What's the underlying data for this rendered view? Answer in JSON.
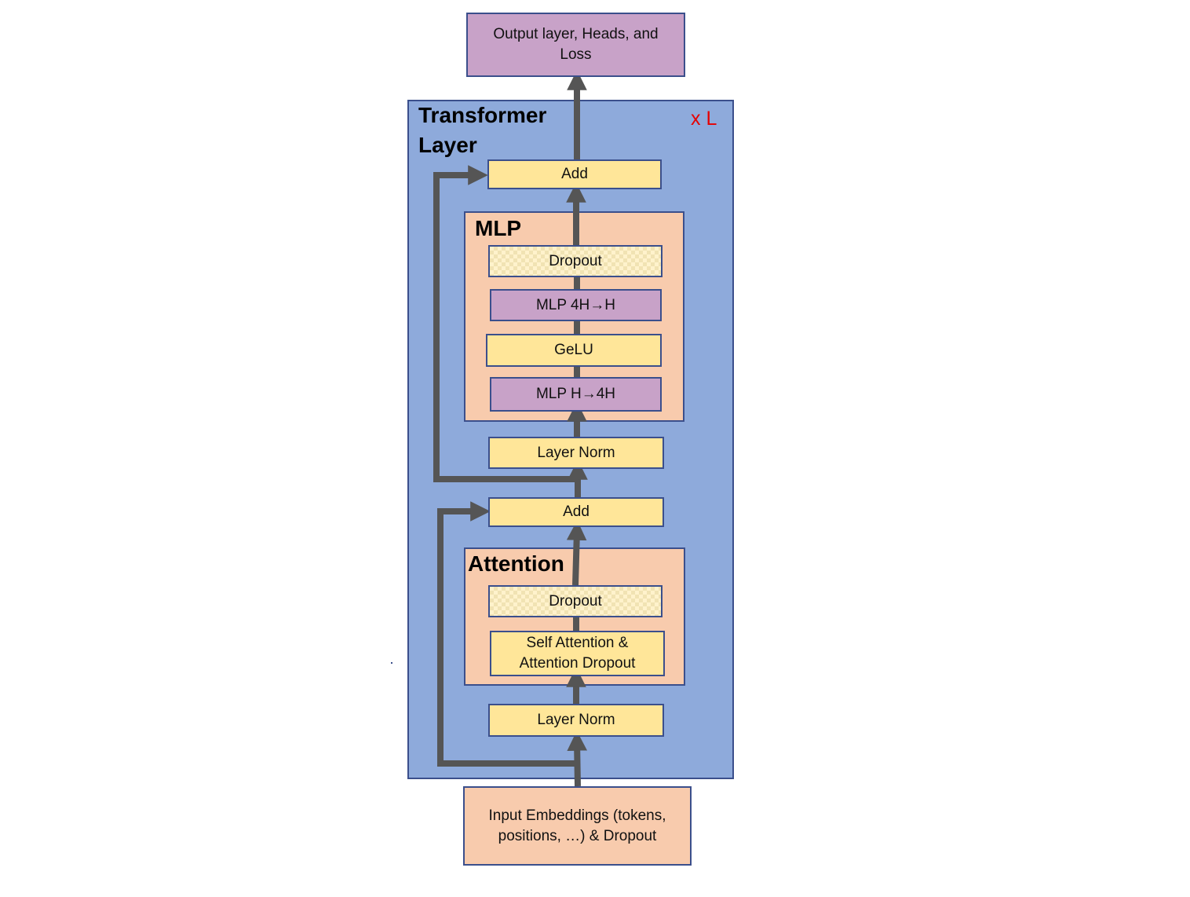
{
  "output_box": "Output layer, Heads, and Loss",
  "transformer": {
    "title_line1": "Transformer",
    "title_line2": "Layer",
    "repeat": "x L"
  },
  "add_top": "Add",
  "mlp": {
    "title": "MLP",
    "dropout": "Dropout",
    "mlp_4h_h": "MLP 4H→H",
    "gelu": "GeLU",
    "mlp_h_4h": "MLP H→4H"
  },
  "layer_norm_top": "Layer Norm",
  "add_bottom": "Add",
  "attention": {
    "title": "Attention",
    "dropout": "Dropout",
    "self_attention": "Self Attention & Attention Dropout"
  },
  "layer_norm_bottom": "Layer Norm",
  "input_box": "Input Embeddings (tokens, positions, …) & Dropout",
  "colors": {
    "layer_bg": "#8eaadb",
    "border": "#3b4f8c",
    "purple": "#c8a2c8",
    "yellow": "#ffe699",
    "peach": "#f8cbad",
    "arrow": "#555555",
    "accent_red": "#e60000"
  }
}
